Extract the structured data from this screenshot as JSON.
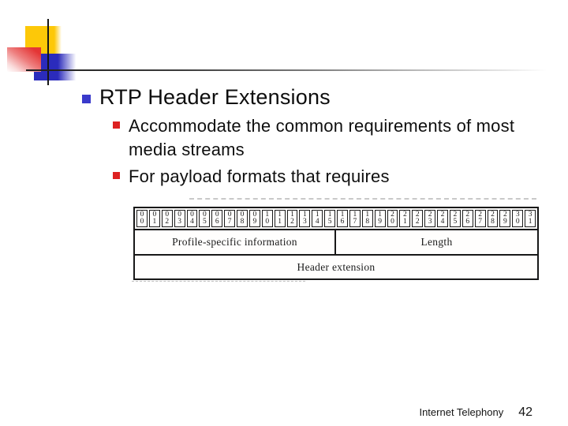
{
  "slide": {
    "title": "RTP Header Extensions",
    "bullets": [
      {
        "lines": [
          "Accommodate the common requirements of most",
          "media streams"
        ]
      },
      {
        "lines": [
          "For payload formats that requires"
        ]
      }
    ],
    "footer": {
      "label": "Internet Telephony",
      "page": "42"
    }
  },
  "diagram": {
    "bit_labels": [
      "00",
      "01",
      "02",
      "03",
      "04",
      "05",
      "06",
      "07",
      "08",
      "09",
      "10",
      "11",
      "12",
      "13",
      "14",
      "15",
      "16",
      "17",
      "18",
      "19",
      "20",
      "21",
      "22",
      "23",
      "24",
      "25",
      "26",
      "27",
      "28",
      "29",
      "30",
      "31"
    ],
    "fields": {
      "left": "Profile-specific information",
      "right": "Length"
    },
    "header_extension_label": "Header extension"
  },
  "colors": {
    "accent_blue": "#3a3acb",
    "bullet_red": "#dd2121",
    "logo_yellow": "#fdc808",
    "logo_red": "#e43535",
    "logo_blue": "#2b2bbc"
  }
}
